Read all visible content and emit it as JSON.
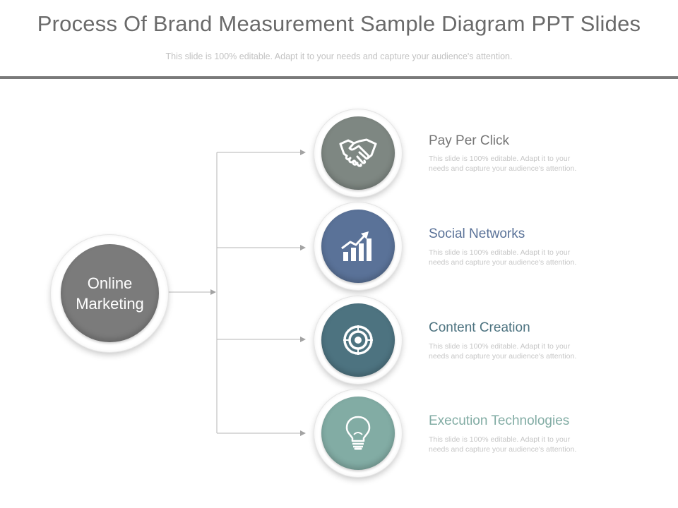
{
  "header": {
    "title": "Process Of Brand Measurement Sample Diagram PPT Slides",
    "subtitle": "This slide is 100% editable. Adapt it to your needs and capture your audience's attention."
  },
  "center": {
    "label_line1": "Online",
    "label_line2": "Marketing",
    "color": "#7b7b7b"
  },
  "items": [
    {
      "title": "Pay Per Click",
      "desc_line1": "This slide is 100% editable. Adapt it to your",
      "desc_line2": "needs and capture your audience's attention.",
      "icon": "handshake-icon",
      "color": "#7e8782",
      "title_color": "#757575"
    },
    {
      "title": "Social Networks",
      "desc_line1": "This slide is 100% editable. Adapt it to your",
      "desc_line2": "needs and capture your audience's attention.",
      "icon": "growth-chart-icon",
      "color": "#5a7298",
      "title_color": "#5a7298"
    },
    {
      "title": "Content Creation",
      "desc_line1": "This slide is 100% editable. Adapt it to your",
      "desc_line2": "needs and capture your audience's attention.",
      "icon": "target-icon",
      "color": "#4d7380",
      "title_color": "#4d7380"
    },
    {
      "title": "Execution Technologies",
      "desc_line1": "This slide is 100% editable. Adapt it to your",
      "desc_line2": "needs and capture your audience's attention.",
      "icon": "lightbulb-icon",
      "color": "#82aca4",
      "title_color": "#82aca4"
    }
  ]
}
